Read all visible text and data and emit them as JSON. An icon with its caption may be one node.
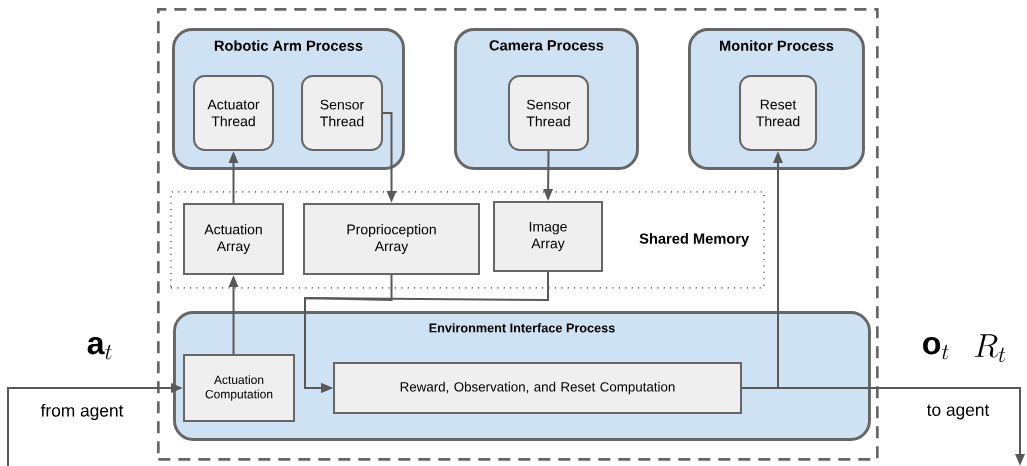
{
  "diagram": {
    "nodes": [
      {
        "text": [],
        "shape": "box"
      },
      {
        "text": [
          "Robotic Arm Process"
        ],
        "in": 0
      },
      {
        "text": [
          "Actuator Thread"
        ],
        "in": 1
      },
      {
        "text": [
          "Sensor Thread"
        ],
        "in": 1
      },
      {
        "text": [
          "Camera Process"
        ],
        "in": 0
      },
      {
        "text": [
          "Sensor Thread"
        ],
        "in": 4
      },
      {
        "text": [
          "Monitor Process"
        ],
        "in": 0
      },
      {
        "text": [
          "Reset Thread"
        ],
        "in": 6
      },
      {
        "text": [
          "Shared Memory"
        ],
        "in": 0
      },
      {
        "text": [
          "Actuation Array"
        ],
        "in": 8
      },
      {
        "text": [
          "Proprioception Array"
        ],
        "in": 8
      },
      {
        "text": [
          "Image Array"
        ],
        "in": 8
      },
      {
        "text": [
          "Environment Interface Process"
        ],
        "in": 0
      },
      {
        "text": [
          "Actuation Computation"
        ],
        "in": 12
      },
      {
        "text": [
          "Reward, Observation, and Reset Computation"
        ],
        "in": 12
      }
    ],
    "edges": [
      {
        "from": null,
        "to": 13,
        "arrow": "to"
      },
      {
        "from": 13,
        "to": 9,
        "arrow": "to"
      },
      {
        "from": 9,
        "to": 2,
        "arrow": "to"
      },
      {
        "from": 3,
        "to": 10,
        "arrow": "to"
      },
      {
        "from": 5,
        "to": 11,
        "arrow": "to"
      },
      {
        "from": 10,
        "to": 14,
        "arrow": "to"
      },
      {
        "from": 11,
        "to": 14,
        "arrow": "to"
      },
      {
        "from": 14,
        "to": 7,
        "arrow": "to"
      },
      {
        "from": 14,
        "to": null,
        "arrow": "to"
      }
    ],
    "labels": [
      "\\mathbf{a}_t",
      "from agent",
      "\\mathbf{o}_t",
      "R_t",
      "to agent"
    ]
  }
}
